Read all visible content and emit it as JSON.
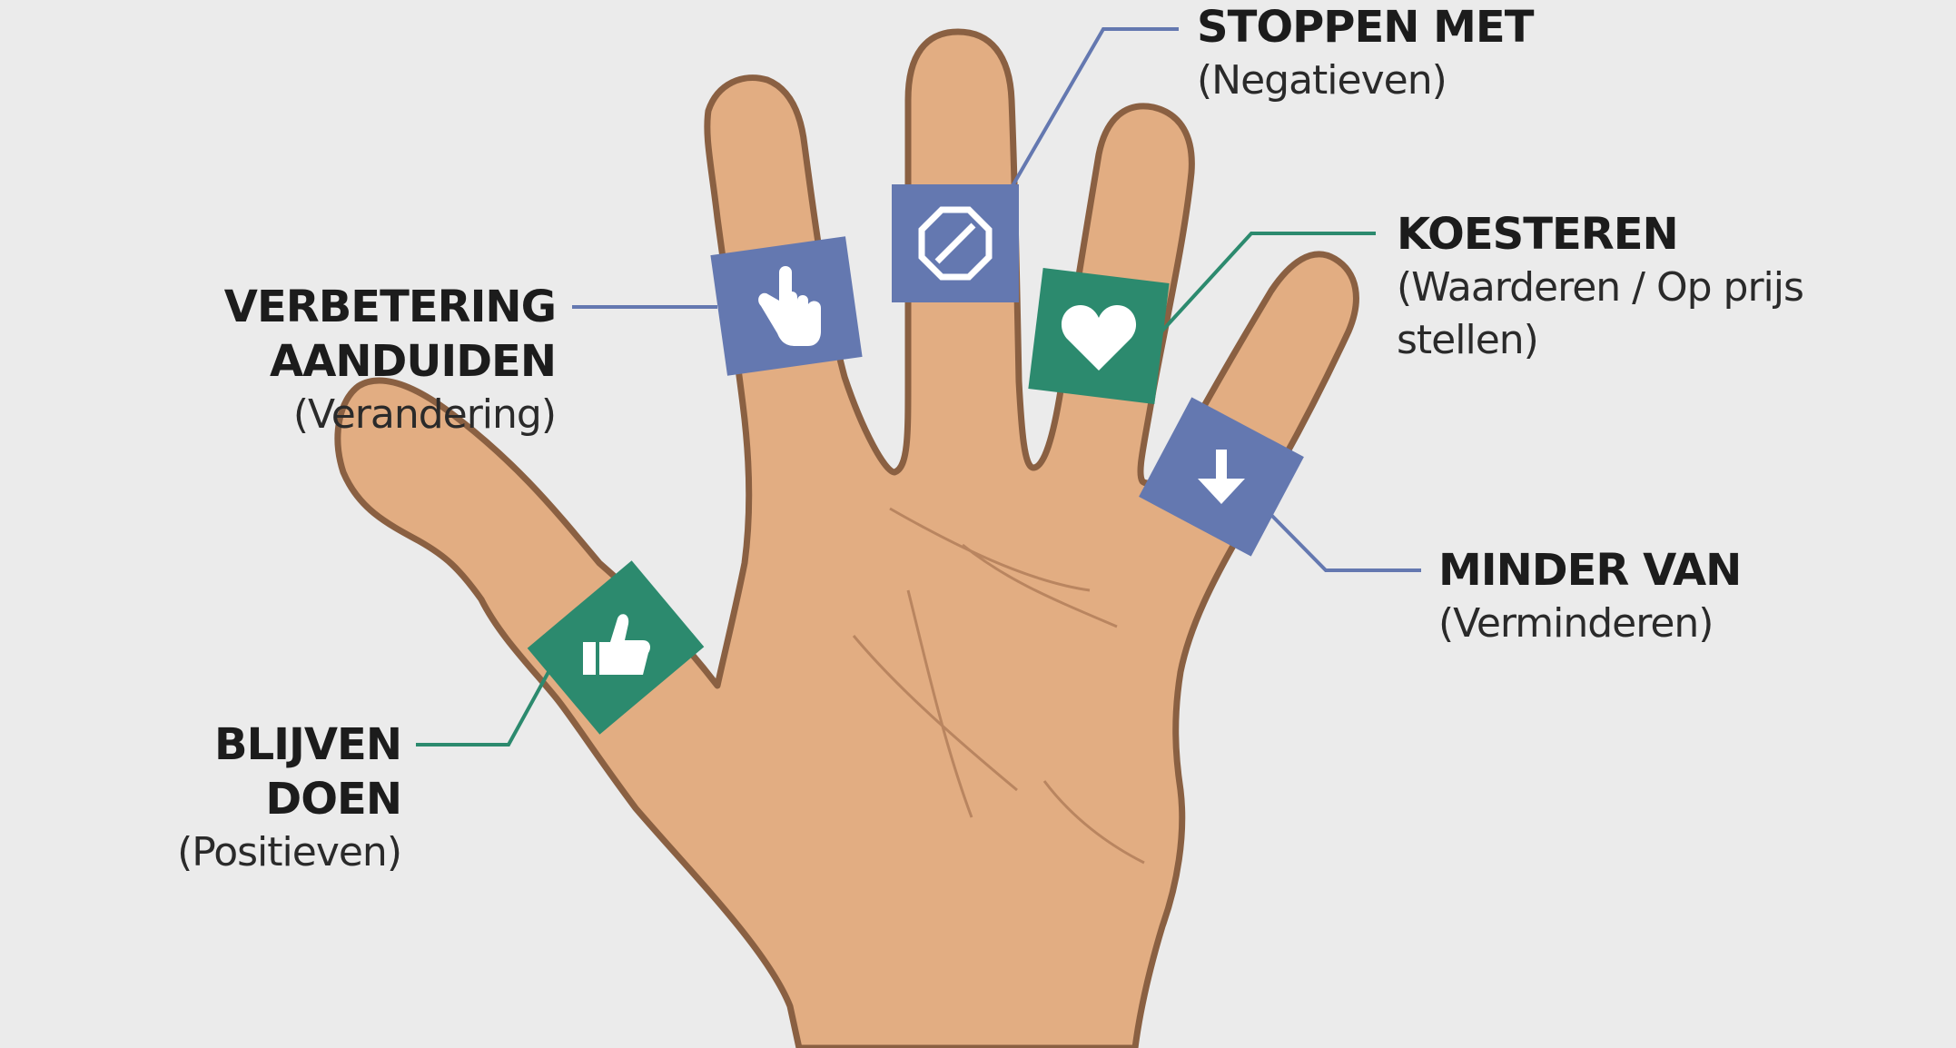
{
  "colors": {
    "background": "#ebebeb",
    "skin": "#e2ad82",
    "skin_outline": "#8a6042",
    "band_blue": "#6478b0",
    "band_green": "#2c8a6e",
    "leader_blue": "#6478b0",
    "leader_green": "#2c8a6e"
  },
  "fingers": [
    {
      "finger": "thumb",
      "title": "BLIJVEN DOEN",
      "subtitle": "(Positieven)",
      "icon": "thumbs-up-icon",
      "band_color": "green"
    },
    {
      "finger": "index",
      "title": "VERBETERING AANDUIDEN",
      "subtitle": "(Verandering)",
      "icon": "pointing-hand-icon",
      "band_color": "blue"
    },
    {
      "finger": "middle",
      "title": "STOPPEN MET",
      "subtitle": "(Negatieven)",
      "icon": "stop-sign-icon",
      "band_color": "blue"
    },
    {
      "finger": "ring",
      "title": "KOESTEREN",
      "subtitle": "(Waarderen / Op prijs stellen)",
      "icon": "heart-icon",
      "band_color": "green"
    },
    {
      "finger": "pinky",
      "title": "MINDER VAN",
      "subtitle": "(Verminderen)",
      "icon": "arrow-down-icon",
      "band_color": "blue"
    }
  ]
}
